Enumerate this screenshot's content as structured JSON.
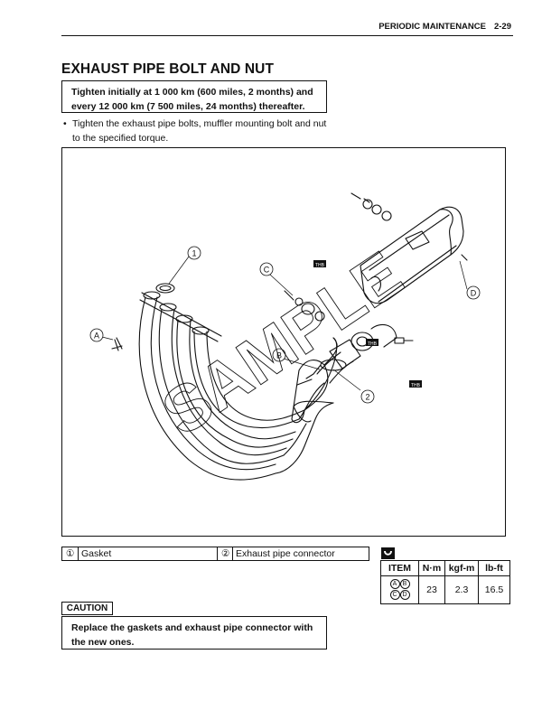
{
  "header": {
    "section": "PERIODIC MAINTENANCE",
    "page": "2-29"
  },
  "title": "EXHAUST PIPE BOLT AND NUT",
  "interval_note": {
    "line1": "Tighten initially at 1 000 km (600 miles, 2 months) and",
    "line2": "every 12 000 km (7 500 miles, 24 months) thereafter."
  },
  "instruction": {
    "bullet": "•",
    "line1": "Tighten the exhaust pipe bolts, muffler mounting bolt and nut",
    "line2": "to the specified torque."
  },
  "figure": {
    "watermark": "SAMPLE",
    "callouts": {
      "a": "A",
      "b": "B",
      "c": "C",
      "d": "D",
      "n1": "1",
      "n2": "2"
    },
    "thread_lock_label": "THB"
  },
  "legend": {
    "items": [
      {
        "num": "①",
        "label": "Gasket"
      },
      {
        "num": "②",
        "label": "Exhaust pipe connector"
      }
    ]
  },
  "torque": {
    "headers": [
      "ITEM",
      "N·m",
      "kgf-m",
      "lb-ft"
    ],
    "row": {
      "items_top": [
        "A",
        "B"
      ],
      "items_bottom": [
        "C",
        "D"
      ],
      "nm": "23",
      "kgfm": "2.3",
      "lbft": "16.5"
    }
  },
  "caution": {
    "label": "CAUTION",
    "line1": "Replace the gaskets and exhaust pipe connector with",
    "line2": "the new ones."
  }
}
